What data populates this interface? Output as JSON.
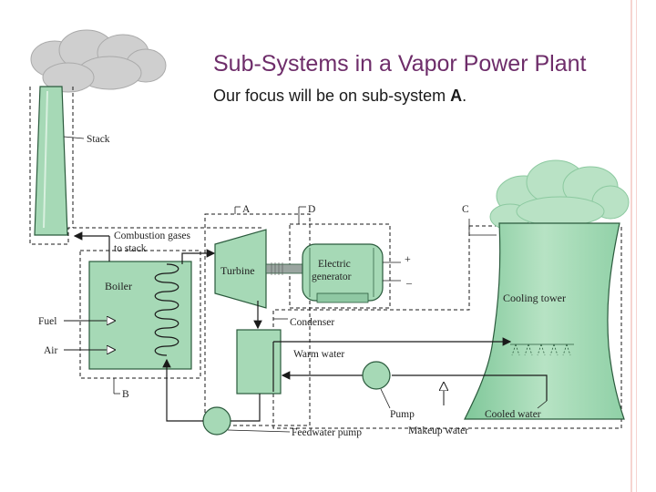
{
  "slide": {
    "title": "Sub-Systems in a Vapor Power Plant",
    "subtitle_prefix": "Our focus will be on sub-system ",
    "subtitle_emph": "A",
    "subtitle_suffix": "."
  },
  "diagram": {
    "labels": {
      "stack": "Stack",
      "combustion_1": "Combustion gases",
      "combustion_2": "to stack",
      "boiler": "Boiler",
      "fuel": "Fuel",
      "air": "Air",
      "turbine": "Turbine",
      "generator_1": "Electric",
      "generator_2": "generator",
      "condenser": "Condenser",
      "warm_water": "Warm water",
      "cooling_tower": "Cooling tower",
      "pump": "Pump",
      "cooled_water": "Cooled water",
      "feedwater_pump": "Feedwater pump",
      "makeup_water": "Makeup water",
      "plus": "+",
      "minus": "–"
    },
    "subsystems": {
      "a": "A",
      "b": "B",
      "c": "C",
      "d": "D"
    },
    "colors": {
      "equipment_fill": "#a6d9b6",
      "equipment_stroke": "#2a5a3c",
      "smoke": "#c8c8c8",
      "steam": "#b9e2c5",
      "line": "#1a1a1a"
    }
  }
}
